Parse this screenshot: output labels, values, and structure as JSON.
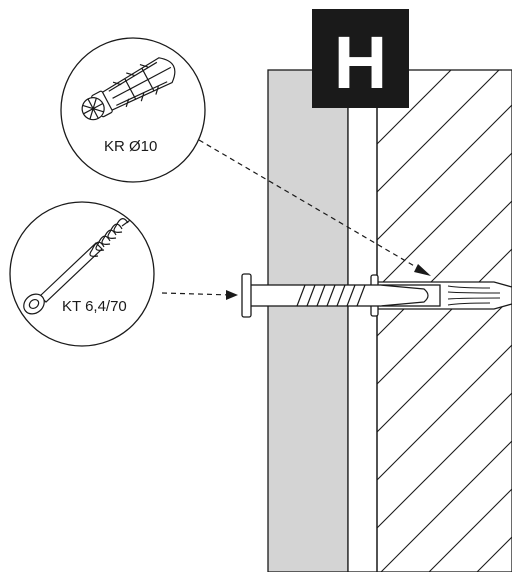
{
  "badge": {
    "letter": "H",
    "background": "#1a1a1a",
    "color": "#ffffff"
  },
  "callouts": {
    "anchor": {
      "label": "KR Ø10",
      "icon": "wall-plug-anchor-icon"
    },
    "screw": {
      "label": "KT 6,4/70",
      "icon": "countersunk-screw-icon"
    }
  },
  "colors": {
    "insulation": "#d4d4d4",
    "line": "#1a1a1a",
    "hatch": "#1a1a1a",
    "background": "#ffffff"
  }
}
